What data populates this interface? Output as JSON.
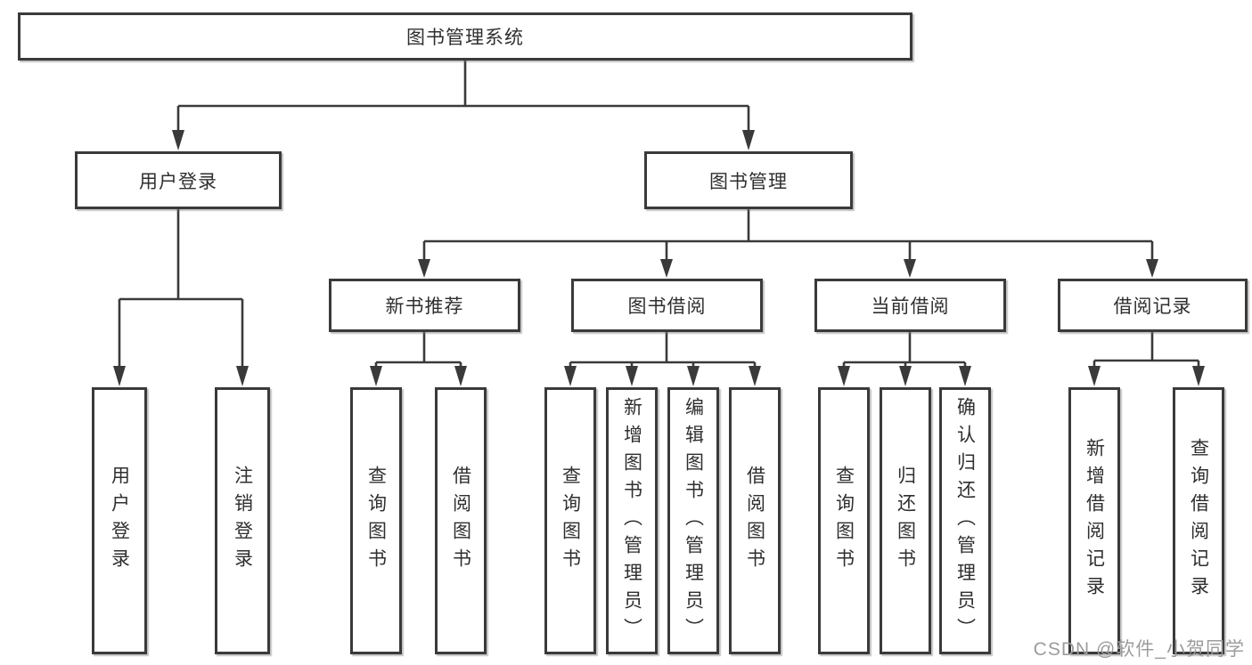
{
  "colors": {
    "line": "#3a3a3a",
    "text": "#2f2f2f",
    "box_bg": "#ffffff",
    "watermark": "#9c9c9c"
  },
  "tree": {
    "root": "图书管理系统",
    "branches": [
      {
        "label": "用户登录",
        "children": [
          "用户登录",
          "注销登录"
        ]
      },
      {
        "label": "图书管理",
        "groups": [
          {
            "label": "新书推荐",
            "children": [
              "查询图书",
              "借阅图书"
            ]
          },
          {
            "label": "图书借阅",
            "children": [
              "查询图书",
              "新增图书（管理员）",
              "编辑图书（管理员）",
              "借阅图书"
            ]
          },
          {
            "label": "当前借阅",
            "children": [
              "查询图书",
              "归还图书",
              "确认归还（管理员）"
            ]
          },
          {
            "label": "借阅记录",
            "children": [
              "新增借阅记录",
              "查询借阅记录"
            ]
          }
        ]
      }
    ]
  },
  "watermark": {
    "text": "CSDN @软件_小贺同学"
  }
}
